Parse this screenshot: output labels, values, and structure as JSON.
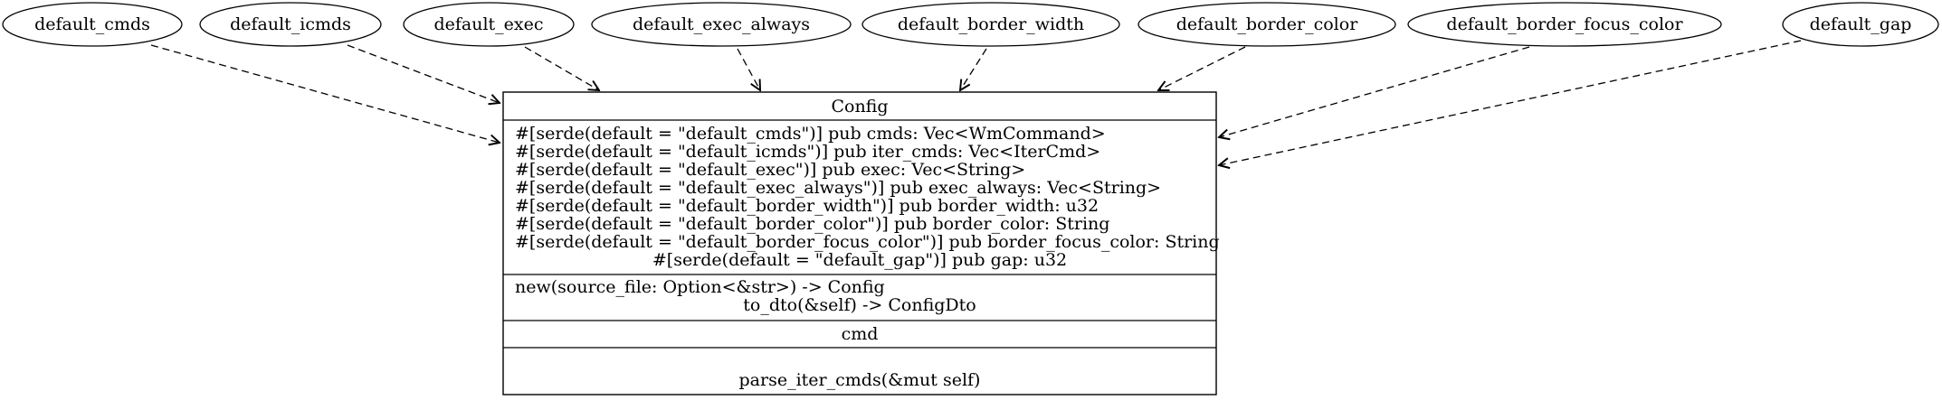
{
  "functions": [
    "default_cmds",
    "default_icmds",
    "default_exec",
    "default_exec_always",
    "default_border_width",
    "default_border_color",
    "default_border_focus_color",
    "default_gap"
  ],
  "class": {
    "name": "Config",
    "fields": [
      "#[serde(default = \"default_cmds\")] pub cmds: Vec<WmCommand>",
      "#[serde(default = \"default_icmds\")] pub iter_cmds: Vec<IterCmd>",
      "#[serde(default = \"default_exec\")] pub exec: Vec<String>",
      "#[serde(default = \"default_exec_always\")] pub exec_always: Vec<String>",
      "#[serde(default = \"default_border_width\")] pub border_width: u32",
      "#[serde(default = \"default_border_color\")] pub border_color: String",
      "#[serde(default = \"default_border_focus_color\")] pub border_focus_color: String",
      "#[serde(default = \"default_gap\")] pub gap: u32"
    ],
    "methods": [
      "new(source_file: Option<&str>) -> Config",
      "to_dto(&self) -> ConfigDto"
    ],
    "section3": "cmd",
    "section4": "parse_iter_cmds(&mut self)"
  },
  "edge_style": "dashed",
  "colors": {
    "stroke": "#000000",
    "background": "#ffffff"
  }
}
